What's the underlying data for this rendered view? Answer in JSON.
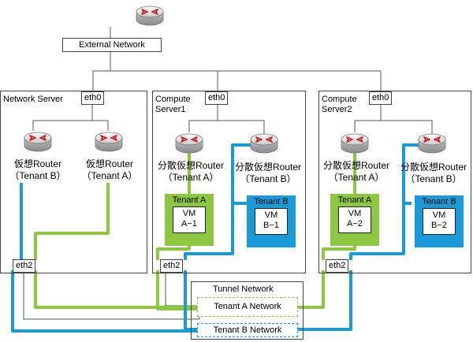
{
  "external_network": {
    "label": "External Network"
  },
  "network_server": {
    "title": "Network Server",
    "eth0": "eth0",
    "eth2": "eth2",
    "router_b": {
      "line1": "仮想Router",
      "line2": "（Tenant B）"
    },
    "router_a": {
      "line1": "仮想Router",
      "line2": "（Tenant A）"
    }
  },
  "compute1": {
    "title_line1": "Compute",
    "title_line2": "Server1",
    "eth0": "eth0",
    "eth2": "eth2",
    "router_a": {
      "line1": "分散仮想Router",
      "line2": "（Tenant A）"
    },
    "router_b": {
      "line1": "分散仮想Router",
      "line2": "（Tenant B）"
    },
    "tenant_a": {
      "label": "Tenant A",
      "vm_line1": "VM",
      "vm_line2": "A−1"
    },
    "tenant_b": {
      "label": "Tenant B",
      "vm_line1": "VM",
      "vm_line2": "B−1"
    }
  },
  "compute2": {
    "title_line1": "Compute",
    "title_line2": "Server2",
    "eth0": "eth0",
    "eth2": "eth2",
    "router_a": {
      "line1": "分散仮想Router",
      "line2": "（Tenant A）"
    },
    "router_b": {
      "line1": "分散仮想Router",
      "line2": "（Tenant B）"
    },
    "tenant_a": {
      "label": "Tenant A",
      "vm_line1": "VM",
      "vm_line2": "A−2"
    },
    "tenant_b": {
      "label": "Tenant B",
      "vm_line1": "VM",
      "vm_line2": "B−2"
    }
  },
  "tunnel_network": {
    "title": "Tunnel Network",
    "tenant_a": "Tenant A Network",
    "tenant_b": "Tenant B Network"
  },
  "colors": {
    "tenant_a": "#8dc63f",
    "tenant_b": "#1a9bd7",
    "line": "#555555",
    "router_body": "#d9d9d9",
    "router_arrow": "#d0202e"
  }
}
